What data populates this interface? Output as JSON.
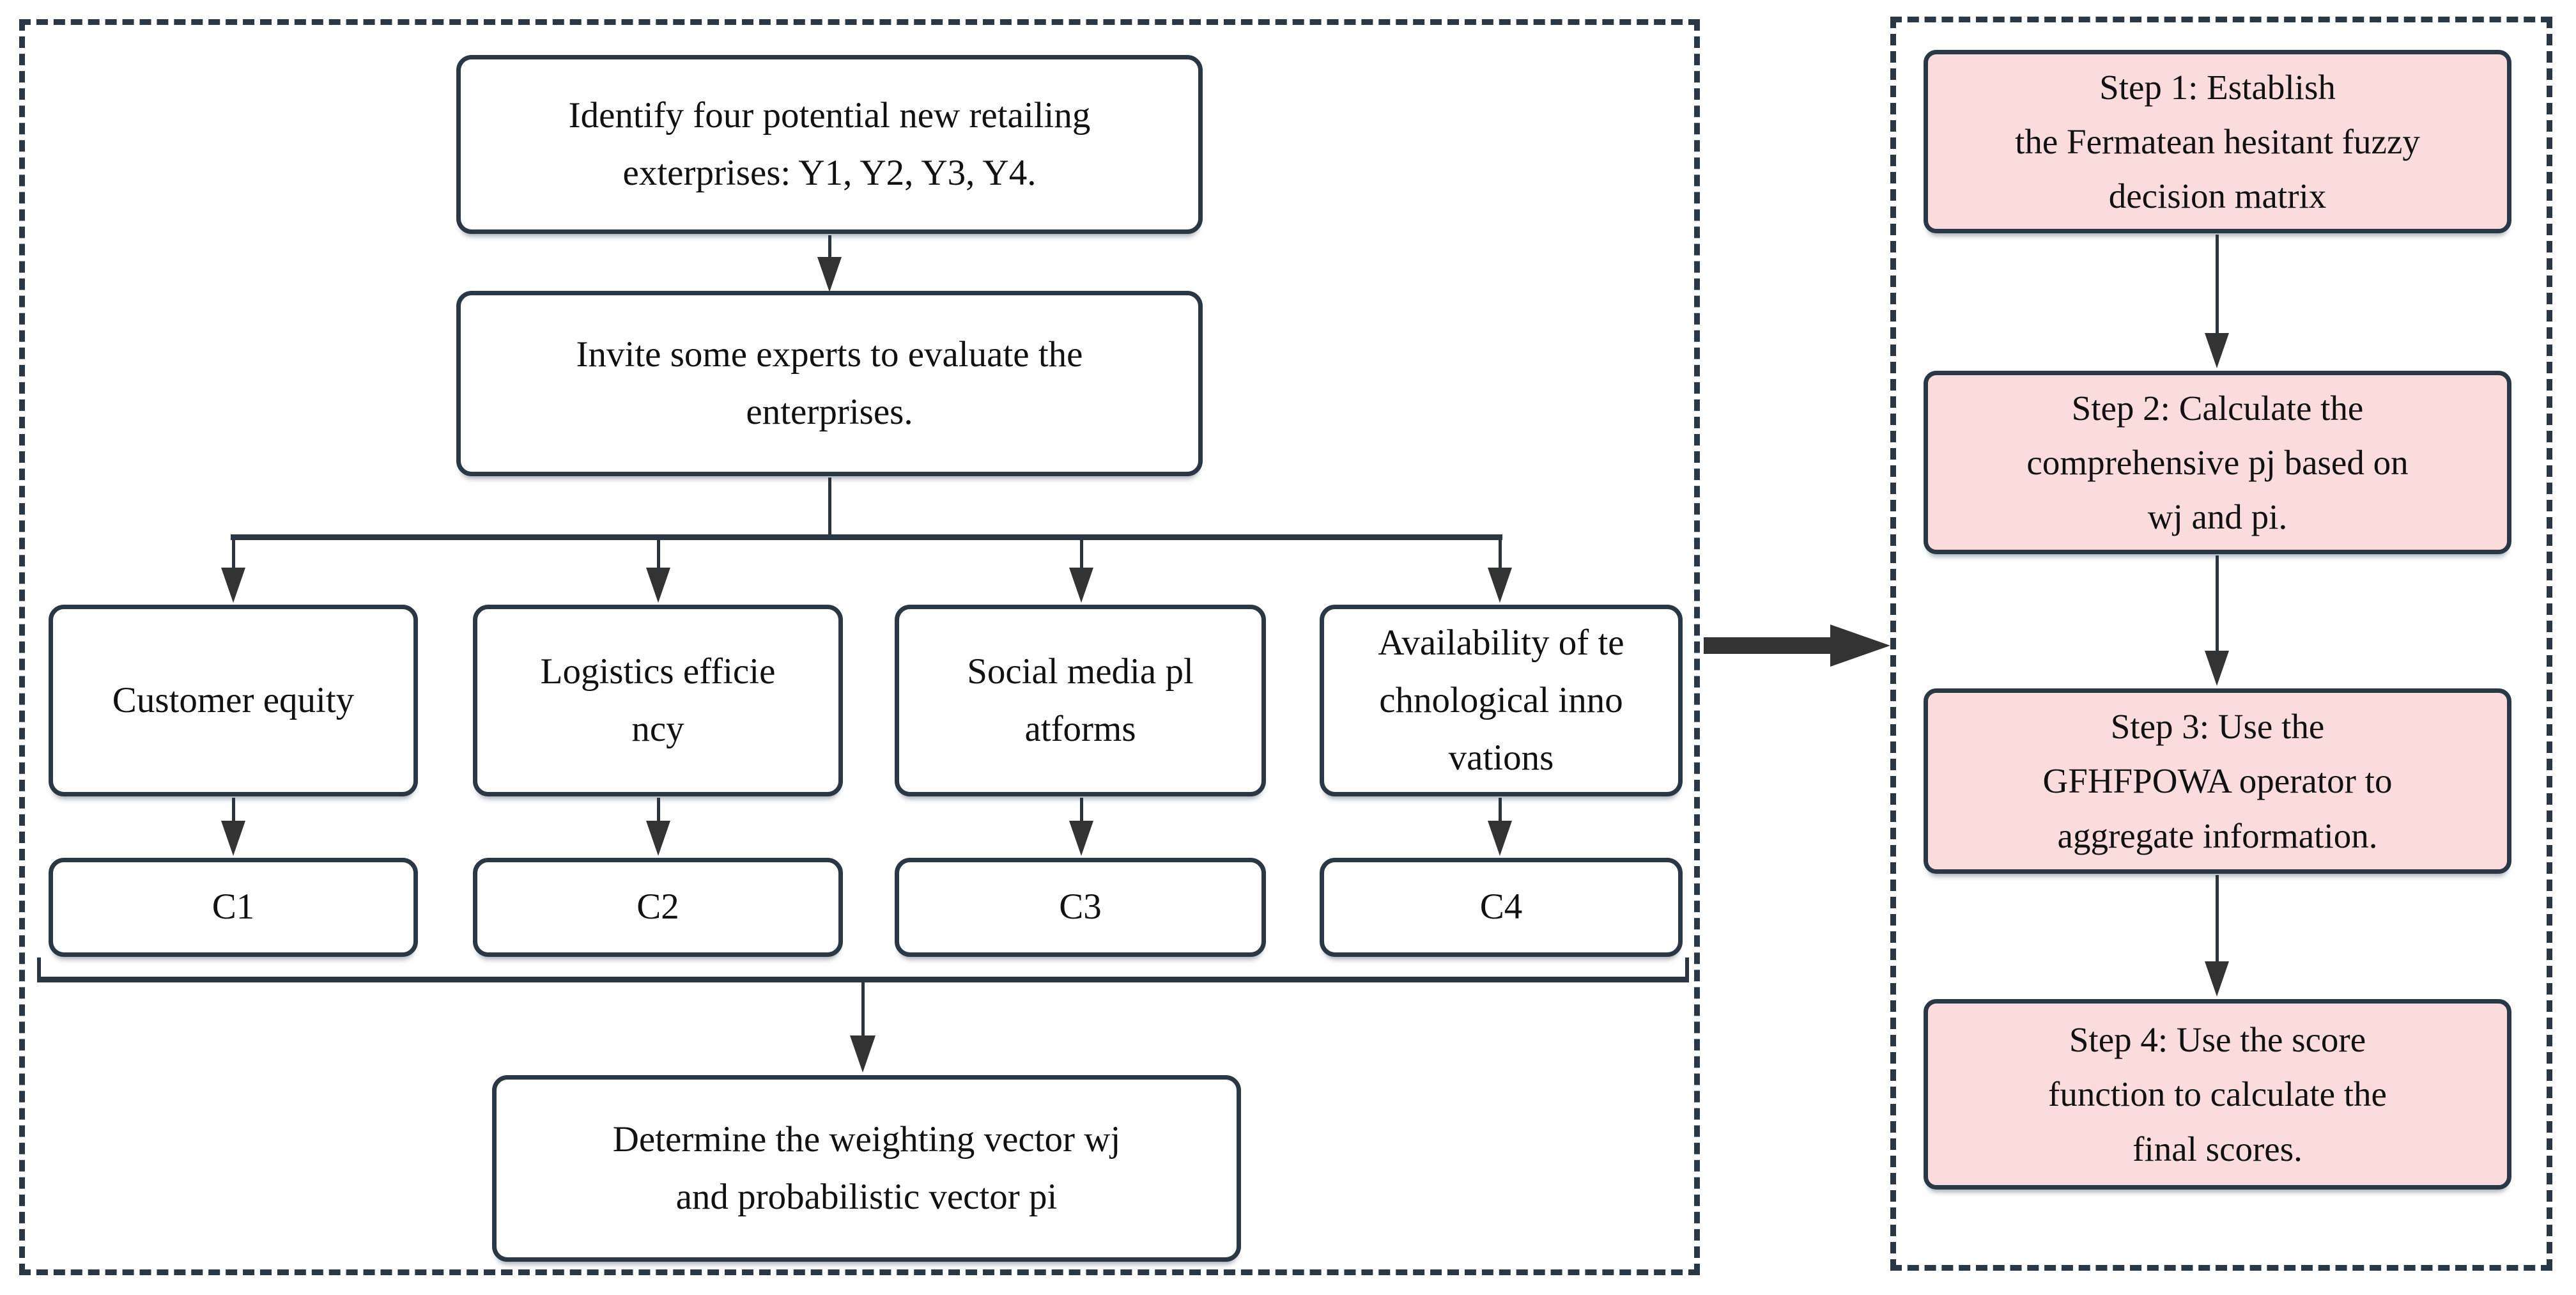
{
  "palette": {
    "border": "#2a3744",
    "arrow": "#333333",
    "pink_fill": "#fbdcdc",
    "white_fill": "#ffffff",
    "text": "#111111"
  },
  "left_panel": {
    "identify_box": {
      "lines": [
        "Identify four potential new retailing",
        "exterprises: Y1, Y2, Y3, Y4."
      ]
    },
    "invite_box": {
      "lines": [
        "Invite some experts to evaluate the",
        "enterprises."
      ]
    },
    "criteria": [
      {
        "lines": [
          "Customer equity"
        ],
        "code": "C1"
      },
      {
        "lines": [
          "Logistics efficie",
          "ncy"
        ],
        "code": "C2"
      },
      {
        "lines": [
          "Social media pl",
          "atforms"
        ],
        "code": "C3"
      },
      {
        "lines": [
          "Availability of te",
          "chnological inno",
          "vations"
        ],
        "code": "C4"
      }
    ],
    "determine_box": {
      "lines": [
        "Determine the weighting vector wj",
        "and probabilistic vector pi"
      ]
    }
  },
  "right_panel": {
    "steps": [
      {
        "lines": [
          "Step 1: Establish",
          "the Fermatean hesitant fuzzy",
          "decision matrix"
        ]
      },
      {
        "lines": [
          "Step 2: Calculate the",
          "comprehensive pj based on",
          "wj and pi."
        ]
      },
      {
        "lines": [
          "Step 3: Use the",
          "GFHFPOWA operator to",
          "aggregate information."
        ]
      },
      {
        "lines": [
          "Step 4: Use the score",
          "function to calculate the",
          "final scores."
        ]
      }
    ]
  }
}
